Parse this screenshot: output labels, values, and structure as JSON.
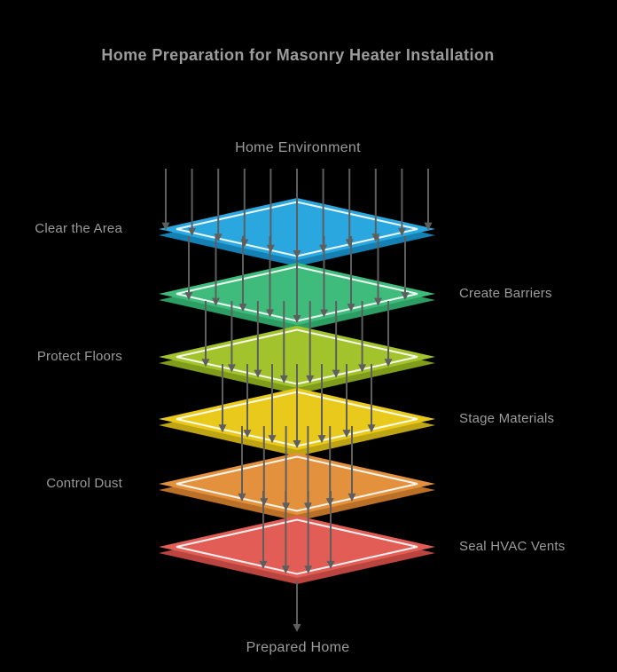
{
  "title": "Home Preparation for Masonry Heater Installation",
  "flow": {
    "source_label": "Home Environment",
    "result_label": "Prepared Home"
  },
  "layers": [
    {
      "label": "Clear the Area",
      "side": "left",
      "color": "#2aa7df",
      "edge_color": "#1480b4"
    },
    {
      "label": "Create Barriers",
      "side": "right",
      "color": "#3fbc7c",
      "edge_color": "#2c9e63"
    },
    {
      "label": "Protect Floors",
      "side": "left",
      "color": "#a2c32b",
      "edge_color": "#7f9c1b"
    },
    {
      "label": "Stage Materials",
      "side": "right",
      "color": "#e9ca1c",
      "edge_color": "#bfa413"
    },
    {
      "label": "Control Dust",
      "side": "left",
      "color": "#e3913c",
      "edge_color": "#bb7028"
    },
    {
      "label": "Seal HVAC Vents",
      "side": "right",
      "color": "#e15d55",
      "edge_color": "#ba453f"
    }
  ],
  "colors": {
    "background": "#000000",
    "text": "#9c9c9c",
    "arrow": "#5e5e5e",
    "layer_outline": "#ffffff"
  }
}
